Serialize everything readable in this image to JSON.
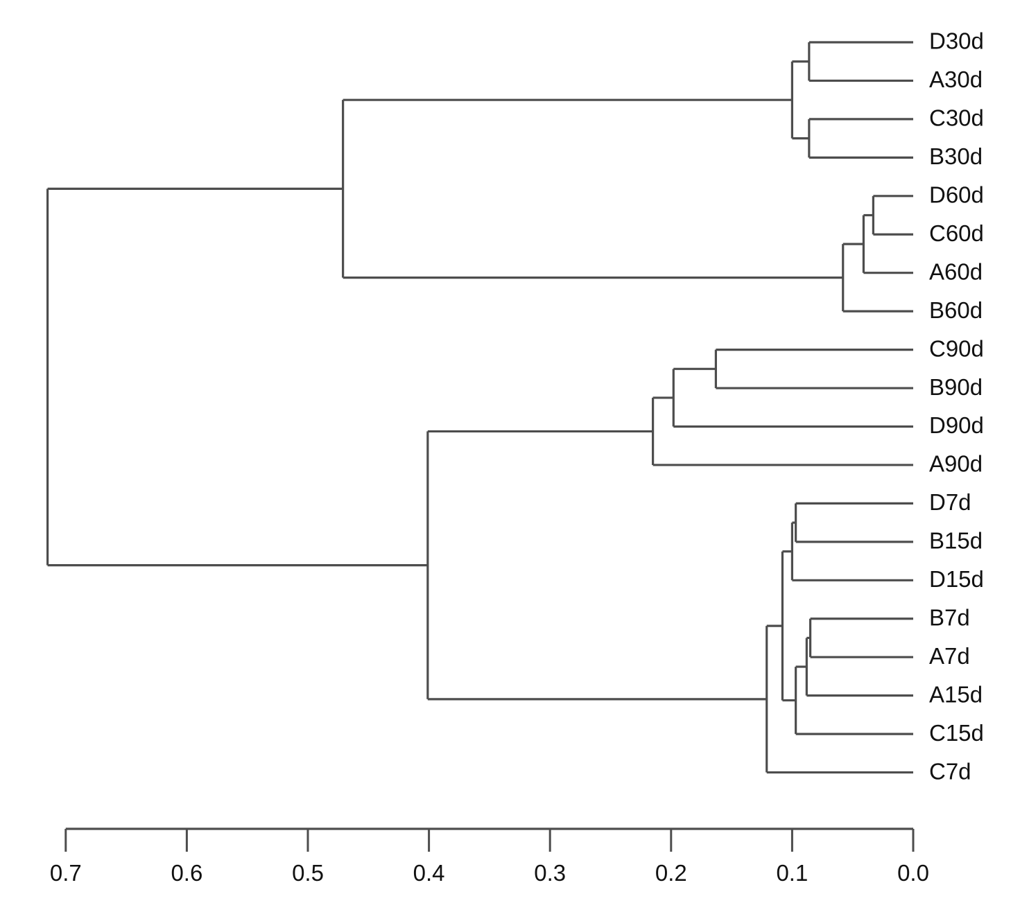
{
  "chart_data": {
    "type": "dendrogram",
    "title": "",
    "xlabel": "",
    "ylabel": "",
    "orientation": "horizontal-right-leaves",
    "axis": {
      "ticks": [
        "0.7",
        "0.6",
        "0.5",
        "0.4",
        "0.3",
        "0.2",
        "0.1",
        "0.0"
      ],
      "tick_values": [
        0.7,
        0.6,
        0.5,
        0.4,
        0.3,
        0.2,
        0.1,
        0.0
      ],
      "range": [
        0.7,
        0.0
      ],
      "direction": "decreasing-left-to-right",
      "grid": false
    },
    "leaves": [
      "D30d",
      "A30d",
      "C30d",
      "B30d",
      "D60d",
      "C60d",
      "A60d",
      "B60d",
      "C90d",
      "B90d",
      "D90d",
      "A90d",
      "D7d",
      "B15d",
      "D15d",
      "B7d",
      "A7d",
      "A15d",
      "C15d",
      "C7d"
    ],
    "merges": [
      {
        "id": "n1",
        "children": [
          "D30d",
          "A30d"
        ],
        "height": 0.086
      },
      {
        "id": "n2",
        "children": [
          "C30d",
          "B30d"
        ],
        "height": 0.086
      },
      {
        "id": "n3",
        "children": [
          "n1",
          "n2"
        ],
        "height": 0.1
      },
      {
        "id": "n4",
        "children": [
          "D60d",
          "C60d"
        ],
        "height": 0.033
      },
      {
        "id": "n5",
        "children": [
          "n4",
          "A60d"
        ],
        "height": 0.041
      },
      {
        "id": "n6",
        "children": [
          "n5",
          "B60d"
        ],
        "height": 0.058
      },
      {
        "id": "n7",
        "children": [
          "n3",
          "n6"
        ],
        "height": 0.471
      },
      {
        "id": "n8",
        "children": [
          "C90d",
          "B90d"
        ],
        "height": 0.163
      },
      {
        "id": "n9",
        "children": [
          "n8",
          "D90d"
        ],
        "height": 0.198
      },
      {
        "id": "n10",
        "children": [
          "n9",
          "A90d"
        ],
        "height": 0.215
      },
      {
        "id": "n11",
        "children": [
          "D7d",
          "B15d"
        ],
        "height": 0.097
      },
      {
        "id": "n12",
        "children": [
          "n11",
          "D15d"
        ],
        "height": 0.1
      },
      {
        "id": "n13",
        "children": [
          "B7d",
          "A7d"
        ],
        "height": 0.085
      },
      {
        "id": "n14",
        "children": [
          "n13",
          "A15d"
        ],
        "height": 0.088
      },
      {
        "id": "n15",
        "children": [
          "n14",
          "C15d"
        ],
        "height": 0.097
      },
      {
        "id": "n16",
        "children": [
          "n12",
          "n15"
        ],
        "height": 0.108
      },
      {
        "id": "n17",
        "children": [
          "n16",
          "C7d"
        ],
        "height": 0.121
      },
      {
        "id": "n18",
        "children": [
          "n10",
          "n17"
        ],
        "height": 0.401
      },
      {
        "id": "n19",
        "children": [
          "n7",
          "n18"
        ],
        "height": 0.715
      }
    ],
    "colors": {
      "line": "#4d4d4d",
      "text": "#111111",
      "background": "#ffffff"
    }
  },
  "leaf_labels": {
    "0": "D30d",
    "1": "A30d",
    "2": "C30d",
    "3": "B30d",
    "4": "D60d",
    "5": "C60d",
    "6": "A60d",
    "7": "B60d",
    "8": "C90d",
    "9": "B90d",
    "10": "D90d",
    "11": "A90d",
    "12": "D7d",
    "13": "B15d",
    "14": "D15d",
    "15": "B7d",
    "16": "A7d",
    "17": "A15d",
    "18": "C15d",
    "19": "C7d"
  },
  "axis_labels": {
    "0": "0.7",
    "1": "0.6",
    "2": "0.5",
    "3": "0.4",
    "4": "0.3",
    "5": "0.2",
    "6": "0.1",
    "7": "0.0"
  }
}
